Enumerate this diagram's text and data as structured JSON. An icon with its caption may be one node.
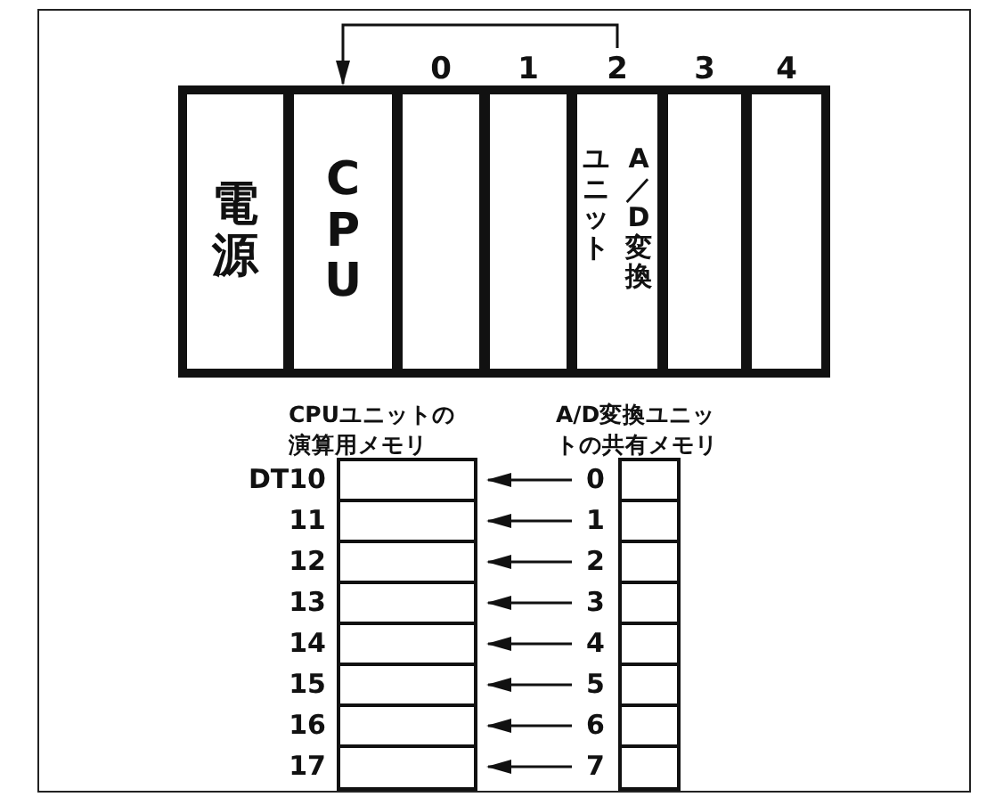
{
  "diagram": {
    "nodes": [
      {
        "text": [],
        "shape": "box"
      },
      {
        "text": [
          "電源"
        ],
        "in": 0
      },
      {
        "text": [
          "CPU"
        ],
        "in": 0
      },
      {
        "text": [],
        "shape": "box",
        "in": 0,
        "beside": [
          "0"
        ]
      },
      {
        "text": [],
        "shape": "box",
        "in": 0,
        "beside": [
          "1"
        ]
      },
      {
        "text": [
          "A／D変換ユニット"
        ],
        "in": 0,
        "beside": [
          "2"
        ]
      },
      {
        "text": [],
        "shape": "box",
        "in": 0,
        "beside": [
          "3"
        ]
      },
      {
        "text": [],
        "shape": "box",
        "in": 0,
        "beside": [
          "4"
        ]
      },
      {
        "text": [],
        "shape": "box",
        "beside": [
          "DT10"
        ]
      },
      {
        "text": [],
        "shape": "box",
        "beside": [
          "11"
        ]
      },
      {
        "text": [],
        "shape": "box",
        "beside": [
          "12"
        ]
      },
      {
        "text": [],
        "shape": "box",
        "beside": [
          "13"
        ]
      },
      {
        "text": [],
        "shape": "box",
        "beside": [
          "14"
        ]
      },
      {
        "text": [],
        "shape": "box",
        "beside": [
          "15"
        ]
      },
      {
        "text": [],
        "shape": "box",
        "beside": [
          "16"
        ]
      },
      {
        "text": [],
        "shape": "box",
        "beside": [
          "17"
        ]
      },
      {
        "text": [],
        "shape": "box",
        "beside": [
          "0"
        ]
      },
      {
        "text": [],
        "shape": "box",
        "beside": [
          "1"
        ]
      },
      {
        "text": [],
        "shape": "box",
        "beside": [
          "2"
        ]
      },
      {
        "text": [],
        "shape": "box",
        "beside": [
          "3"
        ]
      },
      {
        "text": [],
        "shape": "box",
        "beside": [
          "4"
        ]
      },
      {
        "text": [],
        "shape": "box",
        "beside": [
          "5"
        ]
      },
      {
        "text": [],
        "shape": "box",
        "beside": [
          "6"
        ]
      },
      {
        "text": [],
        "shape": "box",
        "beside": [
          "7"
        ]
      }
    ],
    "edges": [
      {
        "from": 5,
        "to": 2,
        "arrow": "to"
      },
      {
        "from": 16,
        "to": 8,
        "arrow": "to"
      },
      {
        "from": 17,
        "to": 9,
        "arrow": "to"
      },
      {
        "from": 18,
        "to": 10,
        "arrow": "to"
      },
      {
        "from": 19,
        "to": 11,
        "arrow": "to"
      },
      {
        "from": 20,
        "to": 12,
        "arrow": "to"
      },
      {
        "from": 21,
        "to": 13,
        "arrow": "to"
      },
      {
        "from": 22,
        "to": 14,
        "arrow": "to"
      },
      {
        "from": 23,
        "to": 15,
        "arrow": "to"
      }
    ],
    "labels": [
      "CPUユニットの演算用メモリ",
      "A/D変換ユニットの共有メモリ"
    ]
  }
}
